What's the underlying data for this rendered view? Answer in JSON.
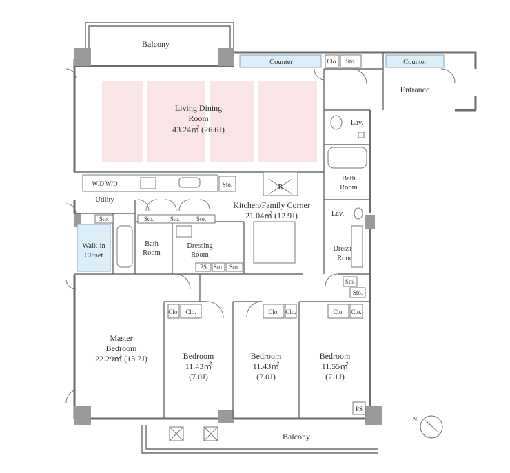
{
  "plan": {
    "balcony_top": "Balcony",
    "balcony_bottom": "Balcony",
    "counter_left": "Counter",
    "counter_right": "Counter",
    "clo": "Clo.",
    "sto": "Sto.",
    "entrance": "Entrance",
    "lav": "Lav.",
    "living": {
      "line1": "Living Dining",
      "line2": "Room",
      "area": "43.24㎡ (26.6J)"
    },
    "wdwd": "W/D W/D",
    "utility": "Utility",
    "fridge": "R",
    "bath": {
      "line1": "Bath",
      "line2": "Room"
    },
    "kitchen": {
      "line1": "Kitchen/Family Corner",
      "area": "21.04㎡ (12.9J)"
    },
    "walkin": {
      "line1": "Walk-in",
      "line2": "Closet"
    },
    "dressing": {
      "line1": "Dressing",
      "line2": "Room"
    },
    "ps": "PS",
    "master": {
      "line1": "Master",
      "line2": "Bedroom",
      "area": "22.29㎡ (13.7J)"
    },
    "bedroom1": {
      "line1": "Bedroom",
      "area": "11.43㎡",
      "jo": "(7.0J)"
    },
    "bedroom2": {
      "line1": "Bedroom",
      "area": "11.43㎡",
      "jo": "(7.0J)"
    },
    "bedroom3": {
      "line1": "Bedroom",
      "area": "11.55㎡",
      "jo": "(7.1J)"
    },
    "north": "N"
  }
}
